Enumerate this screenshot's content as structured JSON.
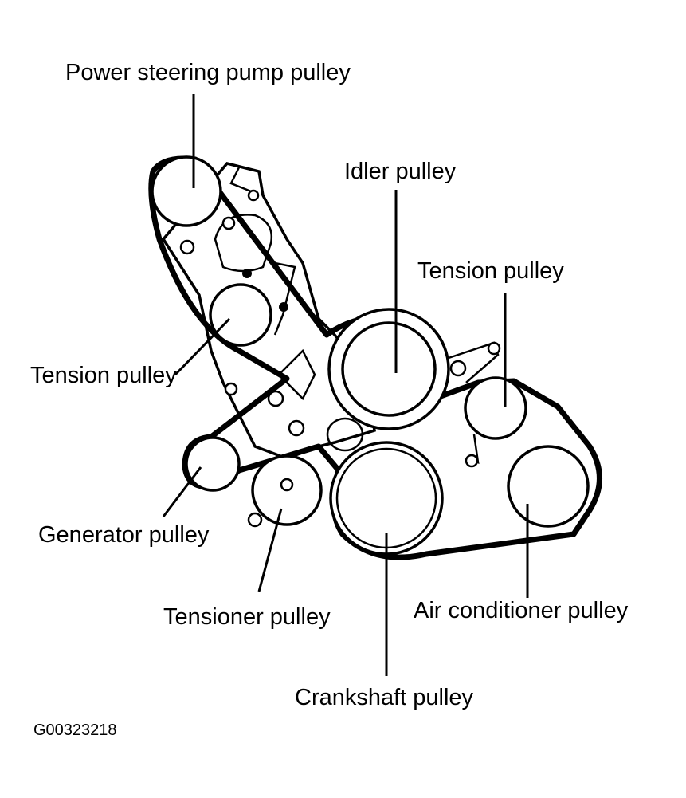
{
  "labels": {
    "power_steering": "Power steering pump pulley",
    "idler": "Idler pulley",
    "tension_right": "Tension pulley",
    "tension_left": "Tension pulley",
    "generator": "Generator pulley",
    "tensioner": "Tensioner pulley",
    "air_conditioner": "Air conditioner pulley",
    "crankshaft": "Crankshaft pulley"
  },
  "figure_code": "G00323218"
}
